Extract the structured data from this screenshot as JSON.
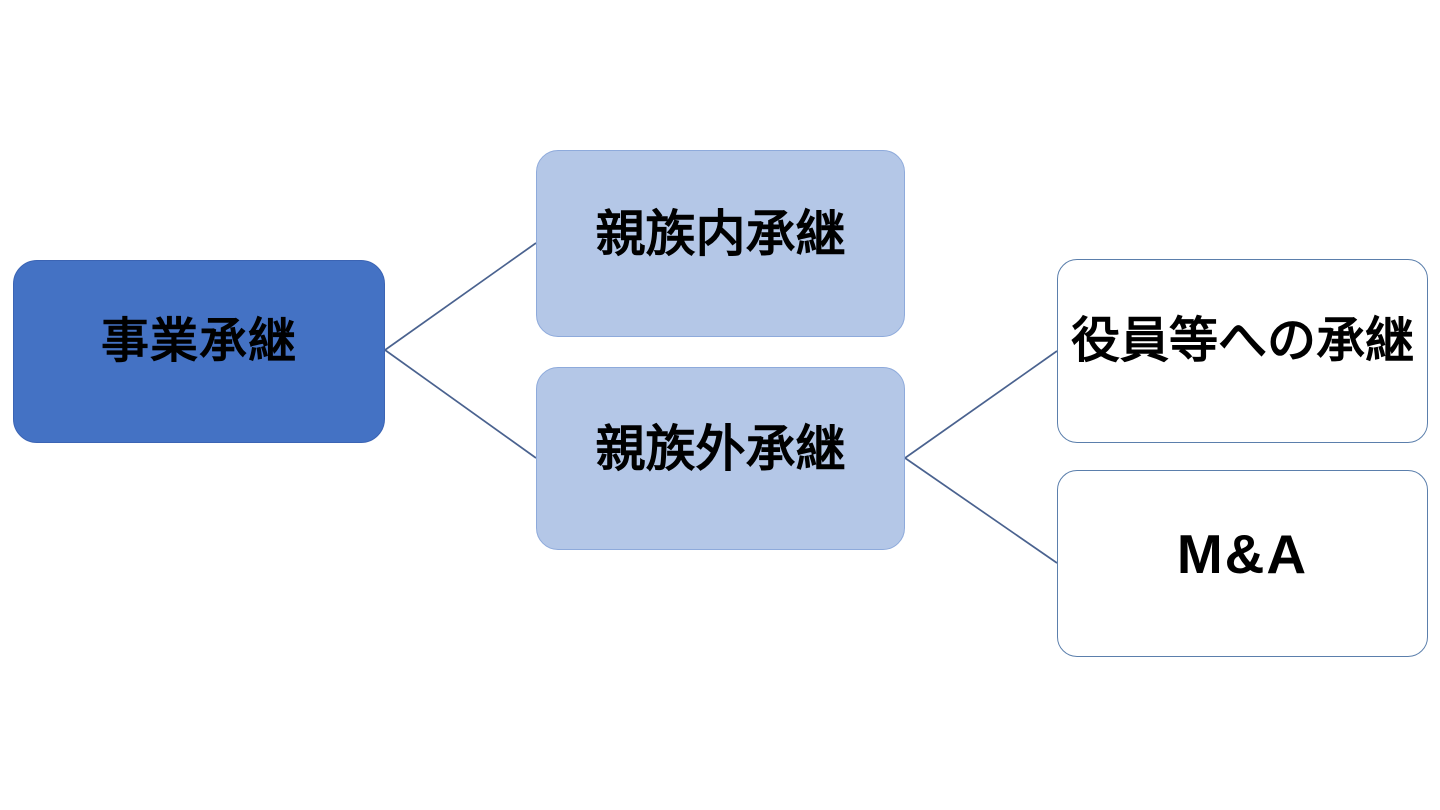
{
  "diagram": {
    "nodes": {
      "root": {
        "id": "root",
        "label": "事業承継"
      },
      "family": {
        "id": "family",
        "label": "親族内承継"
      },
      "non_family": {
        "id": "non_family",
        "label": "親族外承継"
      },
      "executive": {
        "id": "executive",
        "label": "役員等への承継"
      },
      "ma": {
        "id": "ma",
        "label": "M&A"
      }
    },
    "edges": [
      {
        "from": "root",
        "to": "family"
      },
      {
        "from": "root",
        "to": "non_family"
      },
      {
        "from": "non_family",
        "to": "executive"
      },
      {
        "from": "non_family",
        "to": "ma"
      }
    ],
    "colors": {
      "root_fill": "#4472C4",
      "branch_fill": "#B4C7E7",
      "branch_border": "#8EAADB",
      "leaf_fill": "#FFFFFF",
      "leaf_border": "#5B7FAC",
      "connector": "#4A628F",
      "text": "#000000",
      "background": "#FFFFFF"
    }
  }
}
